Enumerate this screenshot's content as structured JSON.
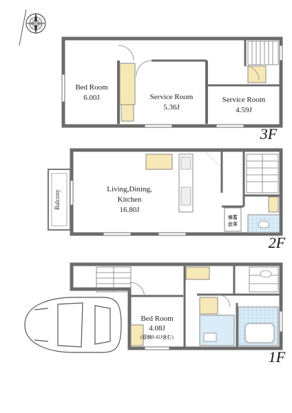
{
  "floors": {
    "third": {
      "label": "3F",
      "rooms": [
        {
          "name": "Bed Room",
          "size": "6.00J"
        },
        {
          "name": "Service Room",
          "size": "5.36J"
        },
        {
          "name": "Service Room",
          "size": "4.59J"
        }
      ]
    },
    "second": {
      "label": "2F",
      "rooms": [
        {
          "name_line1": "Living,Dining,",
          "name_line2": "Kitchen",
          "size": "16.80J"
        }
      ],
      "balcony": "Balcony",
      "storage": [
        "備蓄",
        "倉庫"
      ]
    },
    "first": {
      "label": "1F",
      "rooms": [
        {
          "name": "Bed Room",
          "size": "4.08J",
          "note": "(収納0.42J含む)"
        }
      ]
    }
  },
  "colors": {
    "wall": "#6b6b6b",
    "wood": "#f7e8b8",
    "wet": "#d9ecf8",
    "line": "#777777"
  }
}
